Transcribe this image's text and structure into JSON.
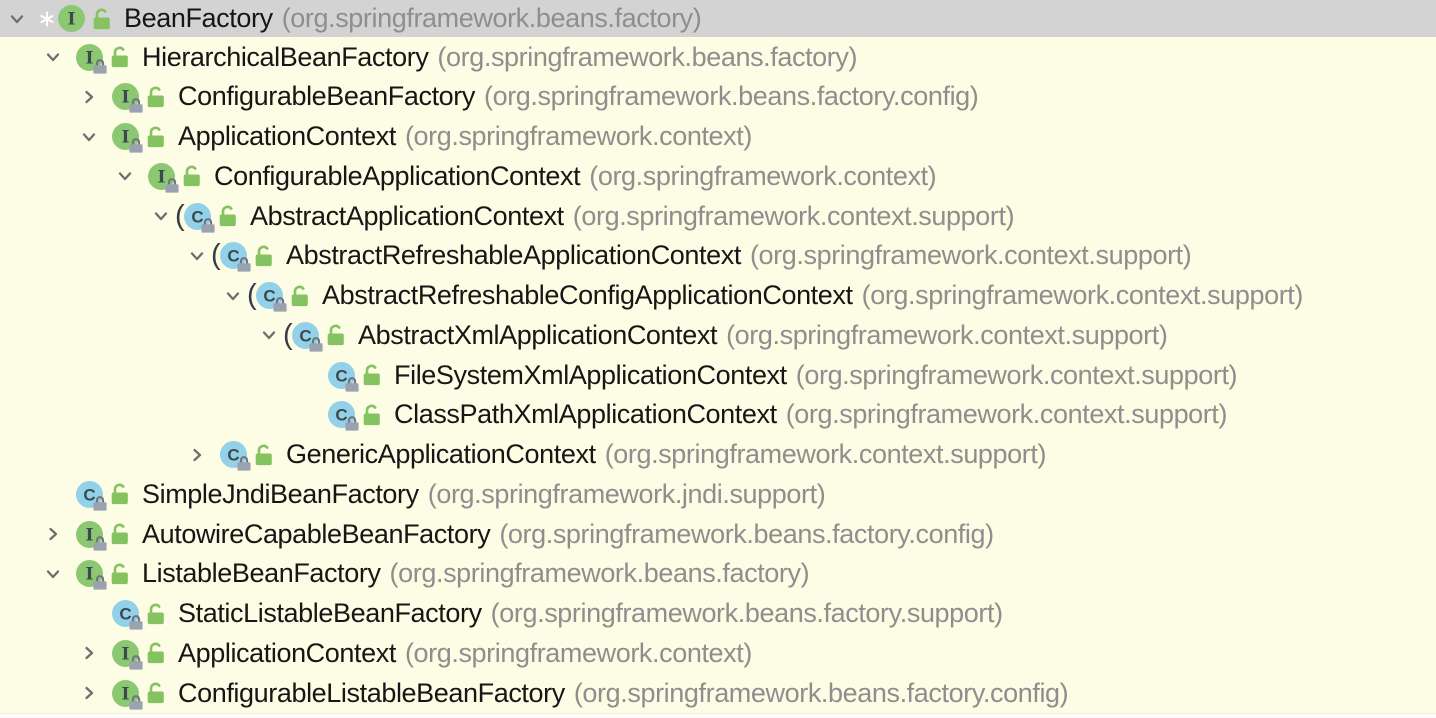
{
  "panel": {
    "kind": "type-hierarchy-tree",
    "root_marker": "*"
  },
  "colors": {
    "bg": "#fdfce4",
    "selection": "#d3d3d3",
    "name_color": "#161616",
    "package_color": "#8e8e8e",
    "interface_circle": "#8cc871",
    "class_circle": "#92d1e8",
    "icon_letter": "#3c4950",
    "chevron": "#6e6e6e",
    "public_lock_green": "#85c360",
    "overlay_lock_body": "#9aa2b0",
    "overlay_lock_shackle": "#6f7680",
    "marker_white": "#ffffff"
  },
  "icons": {
    "interface_letter": "I",
    "class_letter": "C",
    "abstract_paren": "("
  },
  "tree": {
    "rows": [
      {
        "name": "BeanFactory",
        "package": "(org.springframework.beans.factory)",
        "level": 0,
        "kind": "interface",
        "chevron": "down",
        "selected": true,
        "marker": "*",
        "lock_overlay": false
      },
      {
        "name": "HierarchicalBeanFactory",
        "package": "(org.springframework.beans.factory)",
        "level": 1,
        "kind": "interface",
        "chevron": "down",
        "selected": false,
        "marker": "",
        "lock_overlay": true
      },
      {
        "name": "ConfigurableBeanFactory",
        "package": "(org.springframework.beans.factory.config)",
        "level": 2,
        "kind": "interface",
        "chevron": "right",
        "selected": false,
        "marker": "",
        "lock_overlay": true
      },
      {
        "name": "ApplicationContext",
        "package": "(org.springframework.context)",
        "level": 2,
        "kind": "interface",
        "chevron": "down",
        "selected": false,
        "marker": "",
        "lock_overlay": true
      },
      {
        "name": "ConfigurableApplicationContext",
        "package": "(org.springframework.context)",
        "level": 3,
        "kind": "interface",
        "chevron": "down",
        "selected": false,
        "marker": "",
        "lock_overlay": true
      },
      {
        "name": "AbstractApplicationContext",
        "package": "(org.springframework.context.support)",
        "level": 4,
        "kind": "abstract-class",
        "chevron": "down",
        "selected": false,
        "marker": "",
        "lock_overlay": true
      },
      {
        "name": "AbstractRefreshableApplicationContext",
        "package": "(org.springframework.context.support)",
        "level": 5,
        "kind": "abstract-class",
        "chevron": "down",
        "selected": false,
        "marker": "",
        "lock_overlay": true
      },
      {
        "name": "AbstractRefreshableConfigApplicationContext",
        "package": "(org.springframework.context.support)",
        "level": 6,
        "kind": "abstract-class",
        "chevron": "down",
        "selected": false,
        "marker": "",
        "lock_overlay": true
      },
      {
        "name": "AbstractXmlApplicationContext",
        "package": "(org.springframework.context.support)",
        "level": 7,
        "kind": "abstract-class",
        "chevron": "down",
        "selected": false,
        "marker": "",
        "lock_overlay": true
      },
      {
        "name": "FileSystemXmlApplicationContext",
        "package": "(org.springframework.context.support)",
        "level": 8,
        "kind": "class",
        "chevron": "none",
        "selected": false,
        "marker": "",
        "lock_overlay": true
      },
      {
        "name": "ClassPathXmlApplicationContext",
        "package": "(org.springframework.context.support)",
        "level": 8,
        "kind": "class",
        "chevron": "none",
        "selected": false,
        "marker": "",
        "lock_overlay": true
      },
      {
        "name": "GenericApplicationContext",
        "package": "(org.springframework.context.support)",
        "level": 5,
        "kind": "class",
        "chevron": "right",
        "selected": false,
        "marker": "",
        "lock_overlay": true
      },
      {
        "name": "SimpleJndiBeanFactory",
        "package": "(org.springframework.jndi.support)",
        "level": 1,
        "kind": "class",
        "chevron": "none",
        "selected": false,
        "marker": "",
        "lock_overlay": true
      },
      {
        "name": "AutowireCapableBeanFactory",
        "package": "(org.springframework.beans.factory.config)",
        "level": 1,
        "kind": "interface",
        "chevron": "right",
        "selected": false,
        "marker": "",
        "lock_overlay": true
      },
      {
        "name": "ListableBeanFactory",
        "package": "(org.springframework.beans.factory)",
        "level": 1,
        "kind": "interface",
        "chevron": "down",
        "selected": false,
        "marker": "",
        "lock_overlay": true
      },
      {
        "name": "StaticListableBeanFactory",
        "package": "(org.springframework.beans.factory.support)",
        "level": 2,
        "kind": "class",
        "chevron": "none",
        "selected": false,
        "marker": "",
        "lock_overlay": true
      },
      {
        "name": "ApplicationContext",
        "package": "(org.springframework.context)",
        "level": 2,
        "kind": "interface",
        "chevron": "right",
        "selected": false,
        "marker": "",
        "lock_overlay": true
      },
      {
        "name": "ConfigurableListableBeanFactory",
        "package": "(org.springframework.beans.factory.config)",
        "level": 2,
        "kind": "interface",
        "chevron": "right",
        "selected": false,
        "marker": "",
        "lock_overlay": true
      }
    ]
  }
}
